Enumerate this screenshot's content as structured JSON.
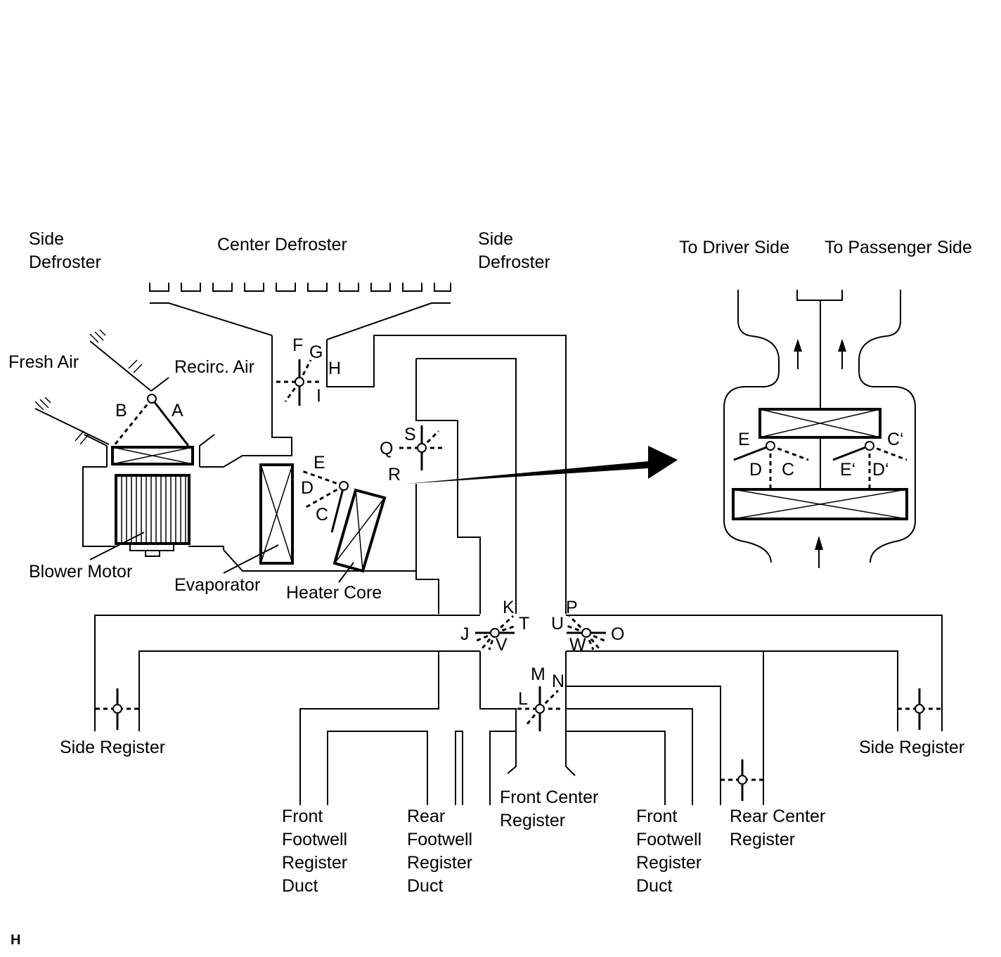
{
  "labels": {
    "side_defroster_left": [
      "Side",
      "Defroster"
    ],
    "center_defroster": "Center Defroster",
    "side_defroster_right": [
      "Side",
      "Defroster"
    ],
    "to_driver_side": "To Driver Side",
    "to_passenger_side": "To Passenger Side",
    "fresh_air": "Fresh Air",
    "recirc_air": "Recirc. Air",
    "blower_motor": "Blower Motor",
    "evaporator": "Evaporator",
    "heater_core": "Heater Core",
    "side_register_left": "Side Register",
    "side_register_right": "Side Register",
    "front_footwell_left": [
      "Front",
      "Footwell",
      "Register",
      "Duct"
    ],
    "rear_footwell": [
      "Rear",
      "Footwell",
      "Register",
      "Duct"
    ],
    "front_center_register": [
      "Front Center",
      "Register"
    ],
    "front_footwell_right": [
      "Front",
      "Footwell",
      "Register",
      "Duct"
    ],
    "rear_center_register": [
      "Rear Center",
      "Register"
    ],
    "corner_mark": "H"
  },
  "damper_letters": {
    "A": "A",
    "B": "B",
    "C": "C",
    "D": "D",
    "E": "E",
    "F": "F",
    "G": "G",
    "H": "H",
    "I": "I",
    "J": "J",
    "K": "K",
    "L": "L",
    "M": "M",
    "N": "N",
    "O": "O",
    "P": "P",
    "Q": "Q",
    "R": "R",
    "S": "S",
    "T": "T",
    "U": "U",
    "V": "V",
    "W": "W",
    "inset_E": "E",
    "inset_D": "D",
    "inset_C": "C",
    "inset_C_prime": "C‘",
    "inset_E_prime": "E‘",
    "inset_D_prime": "D‘"
  }
}
